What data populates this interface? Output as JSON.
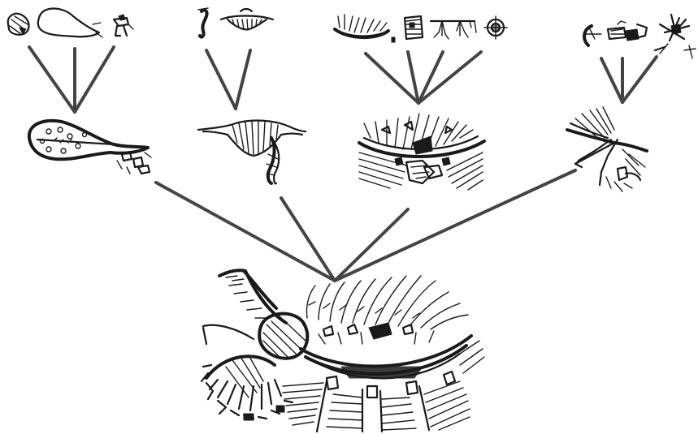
{
  "diagram": {
    "kind": "sketch-synthesis-tree",
    "ink_color": "#1a1a1a",
    "connector_color": "#444444",
    "background": "#ffffff",
    "groups": [
      {
        "id": "group-1",
        "source_sketch_count": 3
      },
      {
        "id": "group-2",
        "source_sketch_count": 2
      },
      {
        "id": "group-3",
        "source_sketch_count": 4
      },
      {
        "id": "group-4",
        "source_sketch_count": 3
      }
    ],
    "final_composition_count": 1
  }
}
